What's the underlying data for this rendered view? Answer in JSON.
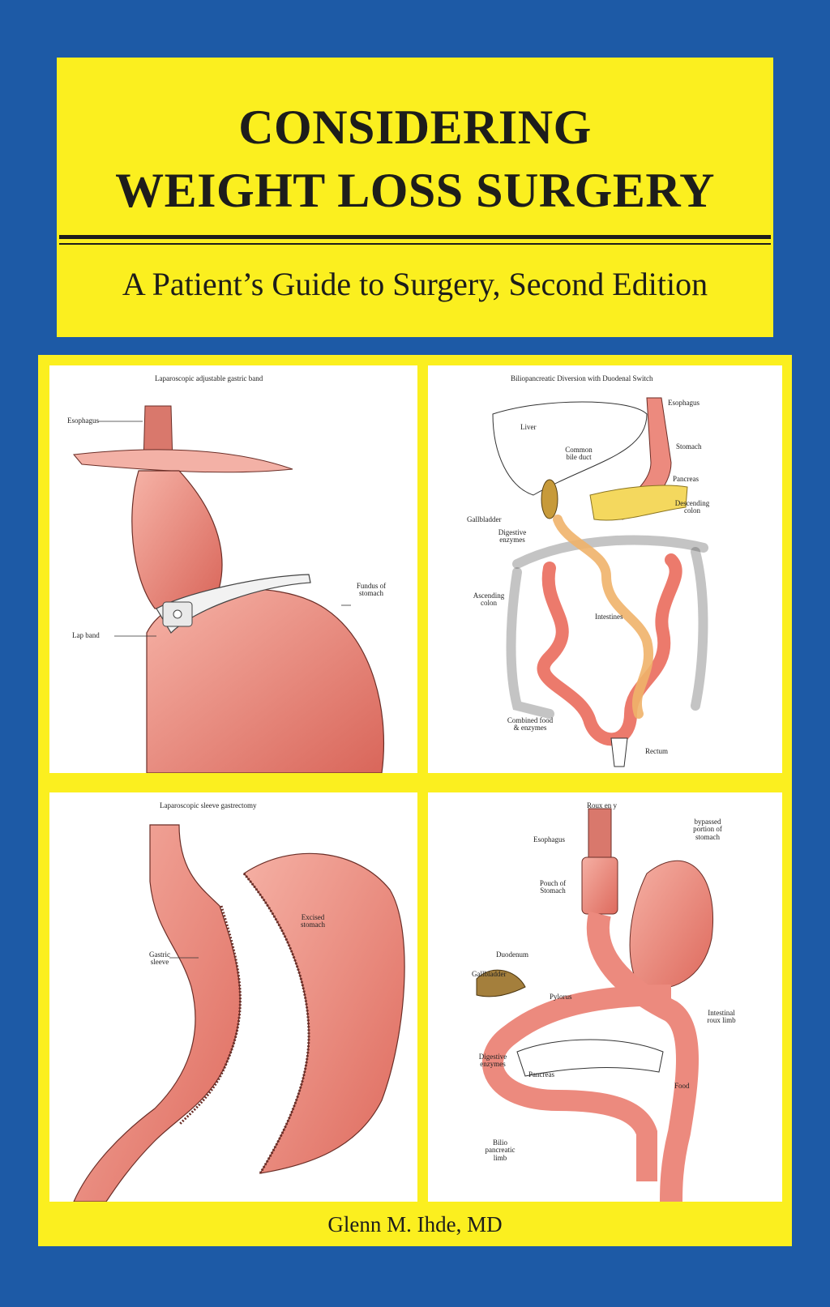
{
  "cover": {
    "title_line1": "CONSIDERING",
    "title_line2": "WEIGHT LOSS SURGERY",
    "subtitle": "A Patient’s Guide to Surgery, Second Edition",
    "author": "Glenn M. Ihde, MD",
    "colors": {
      "background": "#1d5aa6",
      "title_box": "#fbef1f",
      "panel_frame": "#fbef1f",
      "tissue": "#ec8a7e",
      "text": "#1d1d1b"
    }
  },
  "illustrations": {
    "band": {
      "caption": "Laparoscopic adjustable gastric band",
      "labels": {
        "esophagus": "Esophagus",
        "fundus": "Fundus of stomach",
        "lap_band": "Lap band"
      }
    },
    "duodenal_switch": {
      "caption": "Biliopancreatic Diversion with Duodenal Switch",
      "labels": {
        "liver": "Liver",
        "esophagus": "Esophagus",
        "stomach": "Stomach",
        "common_bile_duct": "Common bile duct",
        "pancreas": "Pancreas",
        "gallbladder": "Gallbladder",
        "descending_colon": "Descending colon",
        "digestive_enzymes": "Digestive enzymes",
        "ascending_colon": "Ascending colon",
        "intestines": "Intestines",
        "combined": "Combined food & enzymes",
        "rectum": "Rectum"
      }
    },
    "sleeve": {
      "caption": "Laparoscopic sleeve gastrectomy",
      "labels": {
        "excised_stomach": "Excised stomach",
        "gastric_sleeve": "Gastric sleeve"
      }
    },
    "roux": {
      "caption": "Roux en y",
      "labels": {
        "esophagus": "Esophagus",
        "bypassed": "bypassed portion of stomach",
        "pouch": "Pouch of Stomach",
        "duodenum": "Duodenum",
        "gallbladder": "Gallbladder",
        "pylorus": "Pylorus",
        "intestinal_roux": "Intestinal roux limb",
        "digestive_enzymes": "Digestive enzymes",
        "pancreas": "Pancreas",
        "food": "Food",
        "bilio_limb": "Bilio pancreatic limb"
      }
    }
  }
}
